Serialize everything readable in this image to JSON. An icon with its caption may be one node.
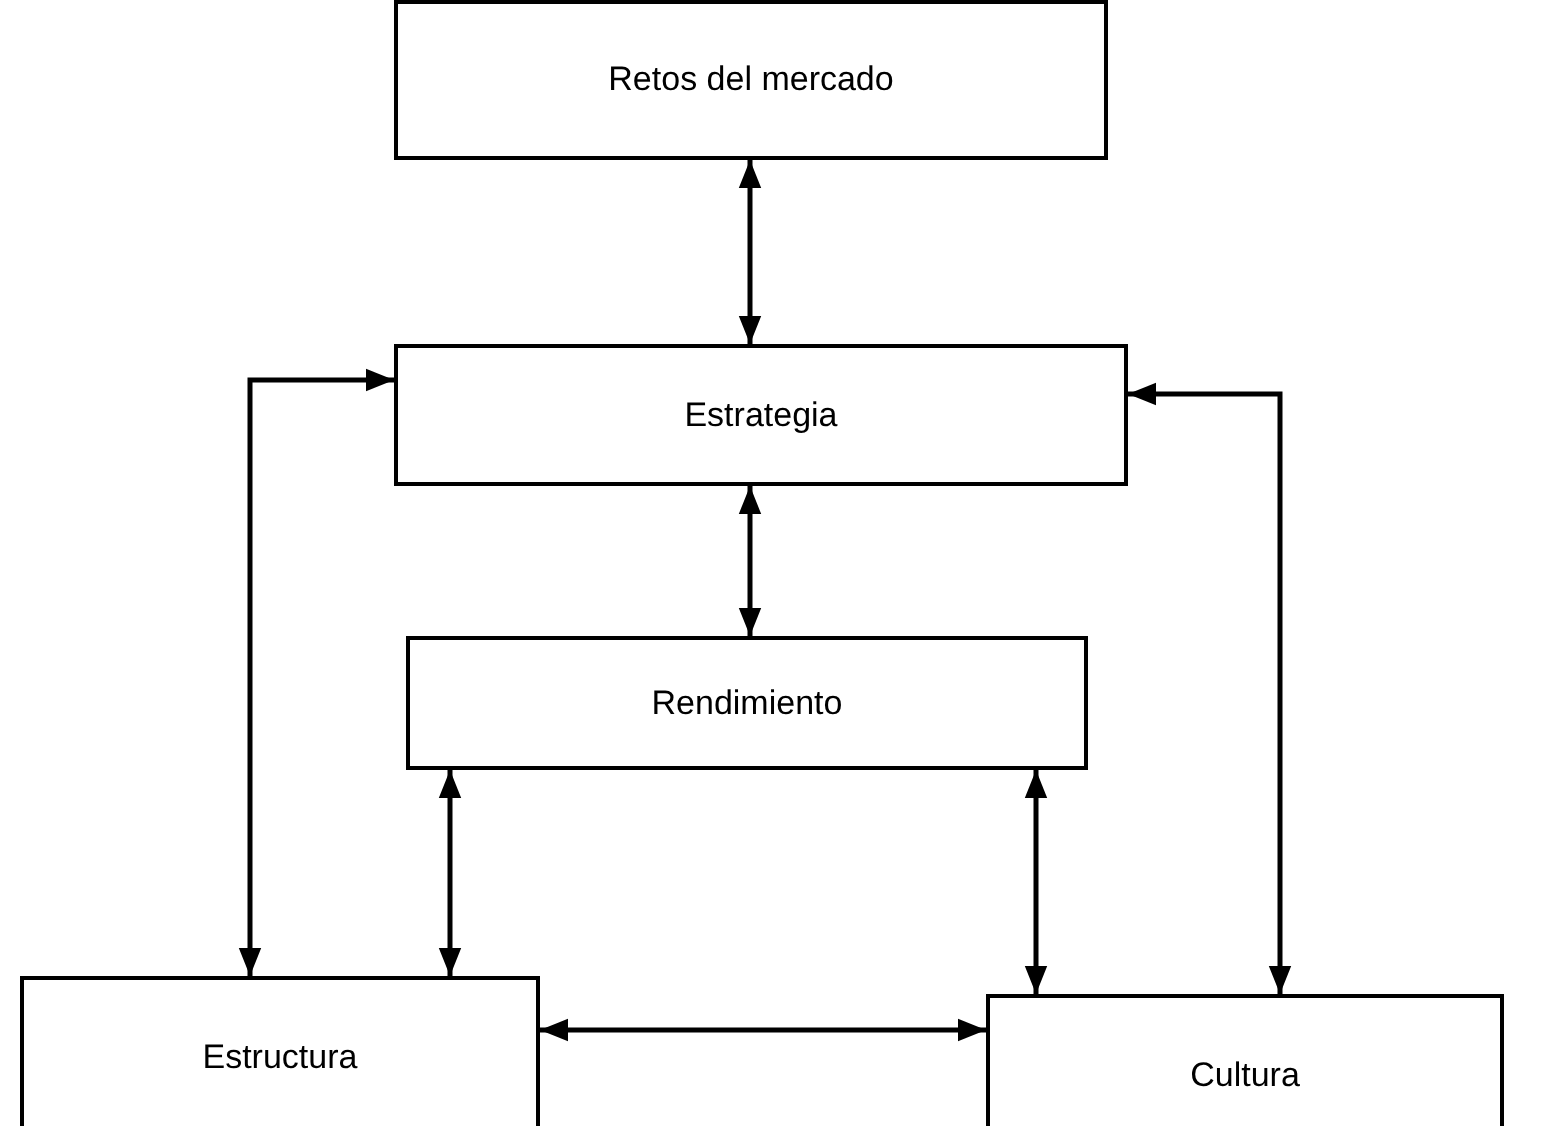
{
  "diagram": {
    "nodes": [
      {
        "text": [
          "Retos del mercado"
        ]
      },
      {
        "text": [
          "Estrategia"
        ]
      },
      {
        "text": [
          "Rendimiento"
        ]
      },
      {
        "text": [
          "Estructura"
        ]
      },
      {
        "text": [
          "Cultura"
        ]
      }
    ],
    "edges": [
      {
        "from": 0,
        "to": 1,
        "arrow": "both"
      },
      {
        "from": 1,
        "to": 2,
        "arrow": "both"
      },
      {
        "from": 1,
        "to": 3,
        "arrow": "both"
      },
      {
        "from": 1,
        "to": 4,
        "arrow": "both"
      },
      {
        "from": 2,
        "to": 3,
        "arrow": "both"
      },
      {
        "from": 2,
        "to": 4,
        "arrow": "both"
      },
      {
        "from": 3,
        "to": 4,
        "arrow": "both"
      }
    ]
  }
}
